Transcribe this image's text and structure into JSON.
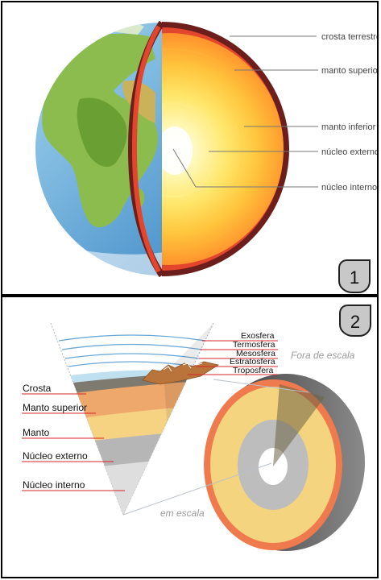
{
  "panel1": {
    "labels": {
      "crust": "crosta terrestre",
      "upper_mantle": "manto superior",
      "lower_mantle": "manto inferior",
      "outer_core": "núcleo externo",
      "inner_core": "núcleo interno"
    },
    "badge": "1"
  },
  "panel2": {
    "atmosphere": {
      "exosphere": "Exosfera",
      "thermosphere": "Termosfera",
      "mesosphere": "Mesosfera",
      "stratosphere": "Estratosfera",
      "troposphere": "Troposfera"
    },
    "layers": {
      "crust": "Crosta",
      "upper_mantle": "Manto superior",
      "mantle": "Manto",
      "outer_core": "Núcleo externo",
      "inner_core": "Núcleo interno"
    },
    "not_to_scale": "Fora de escala",
    "to_scale": "em escala",
    "badge": "2"
  }
}
